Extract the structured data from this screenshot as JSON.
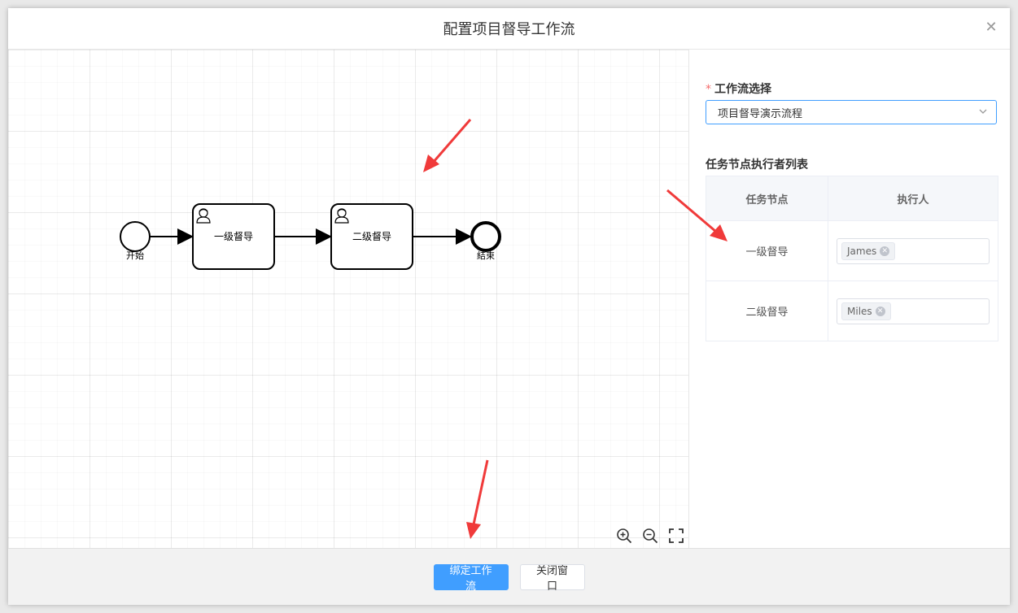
{
  "dialog": {
    "title": "配置项目督导工作流",
    "close_icon": "close-icon"
  },
  "diagram": {
    "start_label": "开始",
    "end_label": "結束",
    "tasks": [
      {
        "label": "一级督导",
        "icon": "user-icon"
      },
      {
        "label": "二级督导",
        "icon": "user-icon"
      }
    ]
  },
  "zoom_tools": [
    "zoom-in-icon",
    "zoom-out-icon",
    "fit-screen-icon"
  ],
  "panel": {
    "workflow_label": "工作流选择",
    "required_mark": "*",
    "workflow_selected": "项目督导演示流程",
    "list_title": "任务节点执行者列表",
    "table": {
      "headers": [
        "任务节点",
        "执行人"
      ],
      "rows": [
        {
          "node": "一级督导",
          "executor": "James"
        },
        {
          "node": "二级督导",
          "executor": "Miles"
        }
      ]
    }
  },
  "footer": {
    "bind_label": "绑定工作流",
    "close_label": "关闭窗口"
  },
  "colors": {
    "primary": "#409eff",
    "annotation": "#f03a3a",
    "required": "#f56c6c"
  }
}
